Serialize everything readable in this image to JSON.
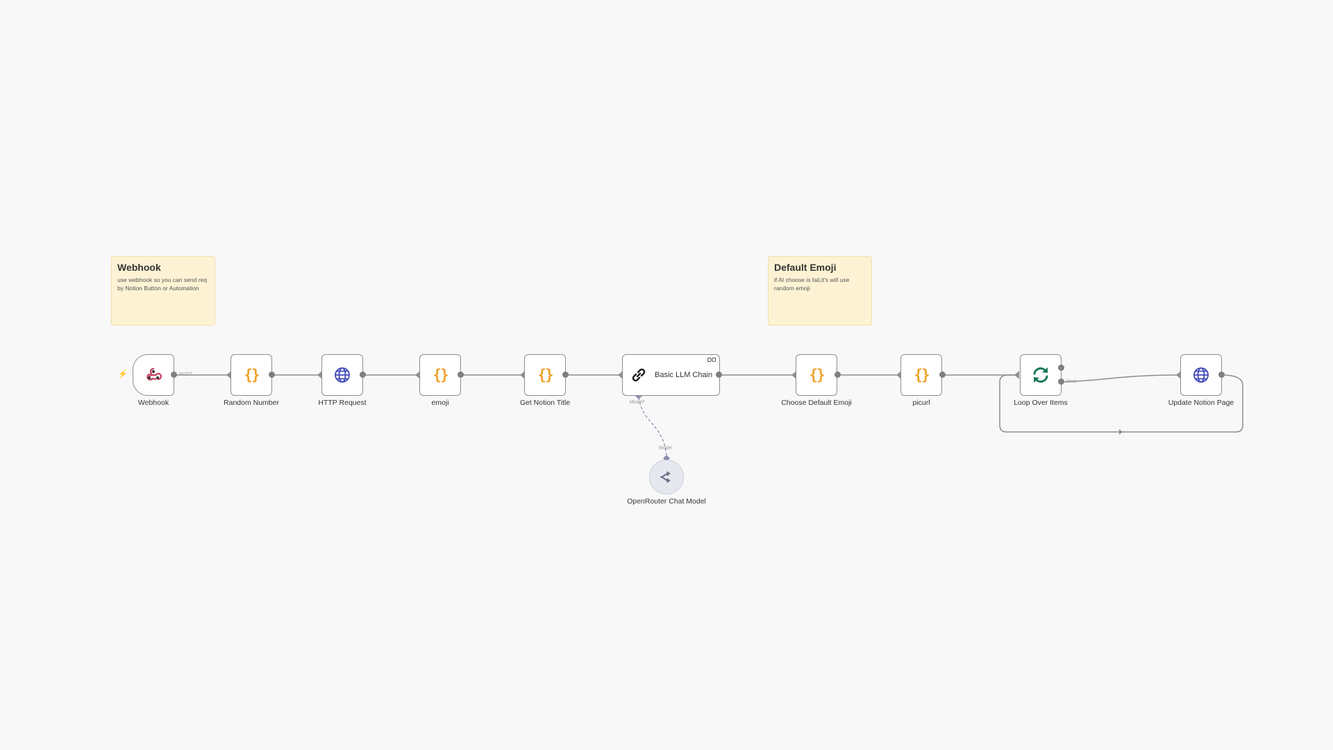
{
  "sticky_notes": [
    {
      "title": "Webhook",
      "body": "use webhook so you can send req by Notion Button or Automation"
    },
    {
      "title": "Default Emoji",
      "body": "if AI choose is fail,it's will use random emoji"
    }
  ],
  "nodes": {
    "webhook": {
      "label": "Webhook",
      "icon": "webhook-icon"
    },
    "random_number": {
      "label": "Random Number",
      "icon": "code-braces-icon"
    },
    "http_request": {
      "label": "HTTP Request",
      "icon": "globe-icon"
    },
    "emoji": {
      "label": "emoji",
      "icon": "code-braces-icon"
    },
    "get_notion_title": {
      "label": "Get Notion Title",
      "icon": "code-braces-icon"
    },
    "basic_llm_chain": {
      "label": "Basic LLM Chain",
      "icon": "chain-link-icon"
    },
    "choose_default_emoji": {
      "label": "Choose Default Emoji",
      "icon": "code-braces-icon"
    },
    "picurl": {
      "label": "picurl",
      "icon": "code-braces-icon"
    },
    "loop_over_items": {
      "label": "Loop Over Items",
      "icon": "loop-icon"
    },
    "update_notion_page": {
      "label": "Update Notion Page",
      "icon": "globe-icon"
    },
    "openrouter_chat_model": {
      "label": "OpenRouter Chat Model",
      "icon": "openrouter-icon"
    }
  },
  "connection_labels": {
    "webhook_method": "POST",
    "model_input": "Model*",
    "model_output": "Model",
    "loop_done": "done"
  },
  "braces_glyph": "{}",
  "colors": {
    "canvas": "#f8f8f9",
    "sticky": "#fdf3d4",
    "braces": "#f0a22e",
    "globe": "#3f49b8",
    "loop": "#18795b",
    "webhook": "#c33c5c",
    "ai_model_link": "#8c8cb0"
  }
}
